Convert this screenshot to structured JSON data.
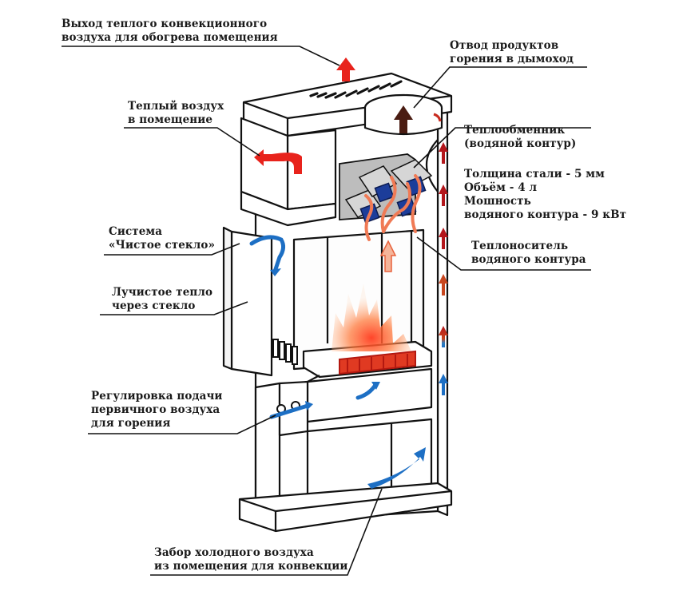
{
  "diagram": {
    "subject": "Конвекционная печь-камин с водяным контуром",
    "colors": {
      "warm_air": "#e8231c",
      "hot_gas": "#f07a55",
      "cold_air": "#1d6fc4",
      "smoke": "#4a1c12",
      "coolant": "#1c3d9a",
      "exchanger": "#bdbdbd",
      "outline": "#111111",
      "fire": "#ff6a2a"
    },
    "labels": {
      "top_outlet": [
        "Выход теплого конвекционного",
        "воздуха для обогрева помещения"
      ],
      "flue": [
        "Отвод продуктов",
        "горения в дымоход"
      ],
      "warm_air": [
        "Теплый воздух",
        "в помещение"
      ],
      "heat_exchanger": [
        "Теплообменник",
        "(водяной контур)"
      ],
      "specs": [
        "Толщина стали - 5 мм",
        "Объём - 4 л",
        "Мошность",
        "водяного контура - 9 кВт"
      ],
      "clean_glass": [
        "Система",
        "«Чистое стекло»"
      ],
      "coolant": [
        "Теплоноситель",
        "водяного контура"
      ],
      "radiant_heat": [
        "Лучистое тепло",
        "через стекло"
      ],
      "primary_air": [
        "Регулировка подачи",
        "первичного воздуха",
        "для горения"
      ],
      "cold_air_intake": [
        "Забор холодного воздуха",
        "из помещения для конвекции"
      ]
    }
  }
}
